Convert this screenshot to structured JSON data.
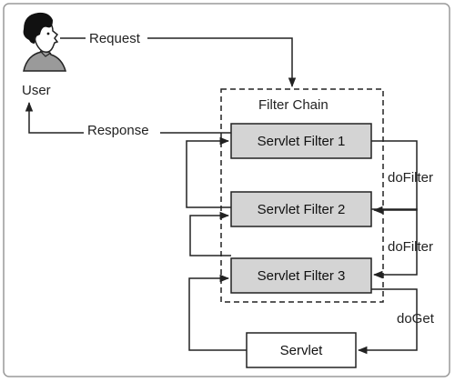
{
  "labels": {
    "user": "User",
    "request": "Request",
    "response": "Response",
    "filter_chain": "Filter Chain",
    "filter1": "Servlet Filter 1",
    "filter2": "Servlet Filter 2",
    "filter3": "Servlet Filter 3",
    "servlet": "Servlet",
    "dofilter1": "doFilter",
    "dofilter2": "doFilter",
    "doget": "doGet"
  },
  "icons": {
    "user": "user-head-icon"
  },
  "colors": {
    "filter_fill": "#d4d4d4",
    "servlet_fill": "#ffffff",
    "stroke": "#222222",
    "frame": "#9a9a9a"
  }
}
